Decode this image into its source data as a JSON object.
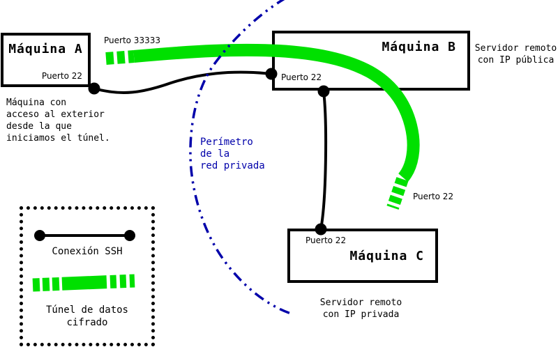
{
  "colors": {
    "tunnel_green": "#00e000",
    "perimeter_blue": "#0000aa",
    "line_black": "#000000"
  },
  "machine_a": {
    "title": "Máquina A",
    "port_label": "Puerto 22",
    "caption": "Máquina con\nacceso al exterior\ndesde la que\niniciamos el túnel."
  },
  "machine_b": {
    "title": "Máquina B",
    "port_label": "Puerto 22",
    "caption": "Servidor remoto\ncon IP pública"
  },
  "machine_c": {
    "title": "Máquina C",
    "port_label": "Puerto 22",
    "caption": "Servidor remoto\ncon IP privada"
  },
  "tunnel": {
    "start_port_label": "Puerto 33333",
    "end_port_label": "Puerto 22"
  },
  "perimeter": {
    "label": "Perímetro\nde la\nred privada"
  },
  "legend": {
    "ssh_label": "Conexión SSH",
    "tunnel_label": "Túnel de datos\ncifrado"
  }
}
